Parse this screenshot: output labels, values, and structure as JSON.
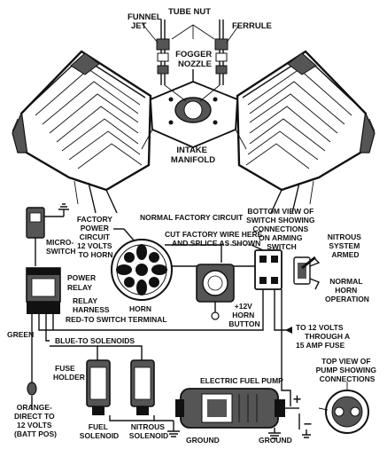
{
  "labels": {
    "funnel_jet": [
      "FUNNEL",
      "JET"
    ],
    "tube_nut": "TUBE NUT",
    "ferrule": "FERRULE",
    "fogger_nozzle": [
      "FOGGER",
      "NOZZLE"
    ],
    "intake_manifold": [
      "INTAKE",
      "MANIFOLD"
    ],
    "factory_power": [
      "FACTORY",
      "POWER",
      "CIRCUIT",
      "12 VOLTS",
      "TO HORN"
    ],
    "normal_factory_circuit": "NORMAL FACTORY CIRCUIT",
    "cut_factory_wire": [
      "CUT FACTORY WIRE HERE",
      "AND SPLICE AS SHOWN"
    ],
    "bottom_view": [
      "BOTTOM VIEW OF",
      "SWITCH SHOWING",
      "CONNECTIONS",
      "ON ARMING",
      "SWITCH"
    ],
    "nitrous_armed": [
      "NITROUS",
      "SYSTEM",
      "ARMED"
    ],
    "normal_horn_operation": [
      "NORMAL",
      "HORN",
      "OPERATION"
    ],
    "micro_switch": [
      "MICRO-",
      "SWITCH"
    ],
    "power_relay": [
      "POWER",
      "RELAY"
    ],
    "relay_harness": [
      "RELAY",
      "HARNESS"
    ],
    "red_to_switch": "RED-TO SWITCH TERMINAL",
    "horn": "HORN",
    "horn_button": [
      "+12V",
      "HORN",
      "BUTTON"
    ],
    "to_12_volts": [
      "TO 12 VOLTS",
      "THROUGH A",
      "15 AMP FUSE"
    ],
    "green": "GREEN",
    "blue_to_solenoids": "BLUE-TO SOLENOIDS",
    "fuse_holder": [
      "FUSE",
      "HOLDER"
    ],
    "orange_direct": [
      "ORANGE-",
      "DIRECT TO",
      "12 VOLTS",
      "(BATT POS)"
    ],
    "top_view_pump": [
      "TOP VIEW OF",
      "PUMP SHOWING",
      "CONNECTIONS"
    ],
    "electric_fuel_pump": "ELECTRIC FUEL PUMP",
    "fuel_solenoid": [
      "FUEL",
      "SOLENOID"
    ],
    "nitrous_solenoid": [
      "NITROUS",
      "SOLENOID"
    ],
    "ground_1": "GROUND",
    "ground_2": "GROUND",
    "plus": "+",
    "minus": "−"
  },
  "colors": {
    "ink": "#111111",
    "paper": "#ffffff",
    "shade": "#555555"
  }
}
